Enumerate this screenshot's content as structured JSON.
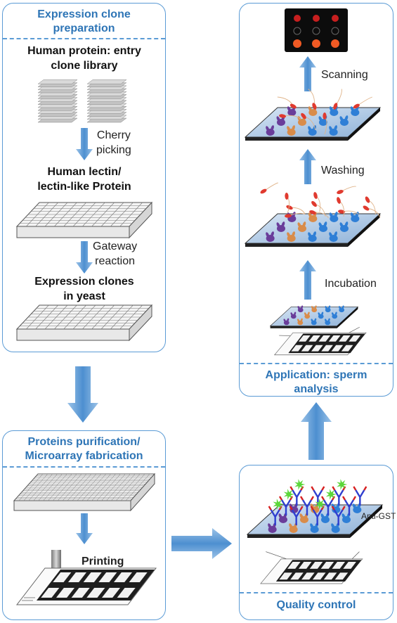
{
  "panels": {
    "expression": {
      "title_line1": "Expression clone",
      "title_line2": "preparation",
      "step1_line1": "Human protein: entry",
      "step1_line2": "clone library",
      "arrow1_line1": "Cherry",
      "arrow1_line2": "picking",
      "step2_line1": "Human lectin/",
      "step2_line2": "lectin-like Protein",
      "arrow2_line1": "Gateway",
      "arrow2_line2": "reaction",
      "step3_line1": "Expression clones",
      "step3_line2": "in yeast"
    },
    "purification": {
      "title_line1": "Proteins purification/",
      "title_line2": "Microarray fabrication",
      "printing": "Printing"
    },
    "application": {
      "title_line1": "Application: sperm",
      "title_line2": "analysis",
      "scanning": "Scanning",
      "washing": "Washing",
      "incubation": "Incubation"
    },
    "quality": {
      "title": "Quality control",
      "antibody_label": "Anti-GST"
    }
  },
  "colors": {
    "panel_border": "#5b9bd5",
    "title_text": "#2e75b6",
    "arrow_fill": "#6fa8dc",
    "sperm_head": "#e03a2f",
    "protein_purple": "#6a3d9a",
    "protein_orange": "#d98c4a",
    "protein_blue": "#2f7fd6",
    "antibody_green": "#5cd63a"
  },
  "icons": [
    "entry-clone-library-icon",
    "plate-96-icon",
    "plate-384-icon",
    "printing-pin-icon",
    "microarray-slide-icon",
    "scan-result-icon",
    "sperm-binding-icon",
    "anti-gst-antibody-icon"
  ]
}
